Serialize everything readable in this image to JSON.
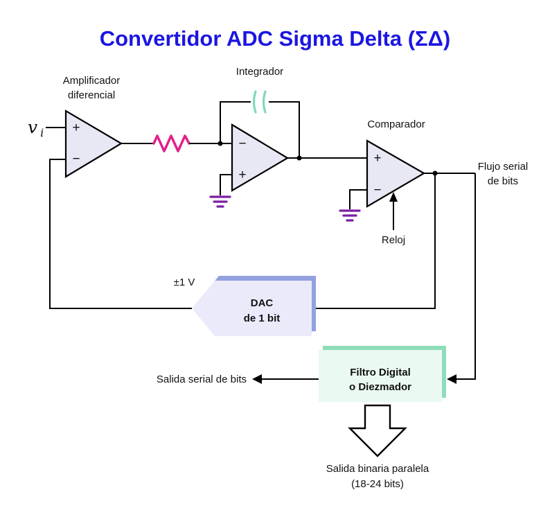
{
  "title": "Convertidor ADC Sigma Delta (ΣΔ)",
  "input": {
    "symbol": "v",
    "subscript": "i"
  },
  "amplifier": {
    "label_line1": "Amplificador",
    "label_line2": "diferencial",
    "plus": "+",
    "minus": "−"
  },
  "integrator": {
    "label": "Integrador",
    "plus": "+",
    "minus": "−"
  },
  "comparator": {
    "label": "Comparador",
    "plus": "+",
    "minus": "−",
    "clock_label": "Reloj"
  },
  "serial_flow": {
    "line1": "Flujo serial",
    "line2": "de bits"
  },
  "dac": {
    "line1": "DAC",
    "line2": "de 1 bit",
    "feedback_voltage": "±1 V"
  },
  "filter": {
    "line1": "Filtro Digital",
    "line2": "o Diezmador"
  },
  "serial_output_label": "Salida serial de bits",
  "parallel_output": {
    "line1": "Salida binaria paralela",
    "line2": "(18-24 bits)"
  },
  "colors": {
    "title": "#1b16e0",
    "opamp_fill": "#e8e8f5",
    "resistor": "#e0218a",
    "capacitor": "#7fd7c0",
    "ground": "#7b1fa2",
    "dac_fill": "#eaeafb",
    "dac_shadow": "#93a1df",
    "filter_fill": "#eaf9f1",
    "filter_shadow": "#8fdcba",
    "wire": "#000000"
  }
}
